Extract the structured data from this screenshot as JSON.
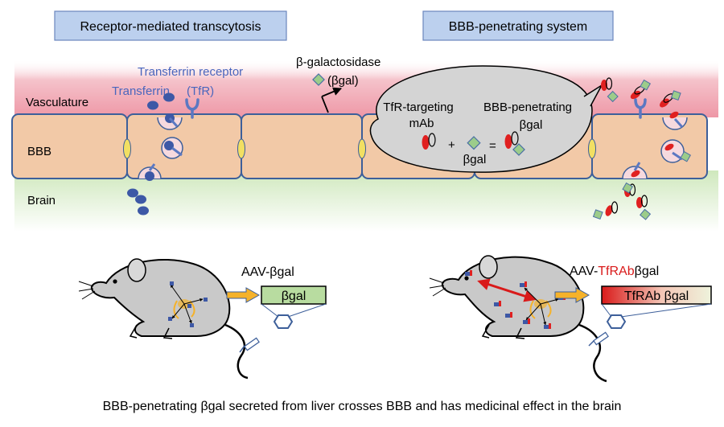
{
  "header": {
    "left_box": "Receptor-mediated transcytosis",
    "right_box": "BBB-penetrating system"
  },
  "layers": {
    "vasculature": "Vasculature",
    "bbb": "BBB",
    "brain": "Brain"
  },
  "labels": {
    "transferrin_receptor": "Transferrin receptor",
    "tfr_abbr": "(TfR)",
    "transferrin": "Transferrin",
    "beta_gal": "β-galactosidase",
    "beta_gal_abbr": "(βgal)"
  },
  "bubble": {
    "tfr_targeting_line1": "TfR-targeting",
    "tfr_targeting_line2": "mAb",
    "bbb_pen_line1": "BBB-penetrating",
    "bbb_pen_line2": "βgal",
    "plus": "+",
    "equals": "=",
    "bgal": "βgal"
  },
  "mouse_left": {
    "construct_label": "AAV-βgal",
    "gene_box": "βgal"
  },
  "mouse_right": {
    "construct_prefix": "AAV-",
    "construct_highlight": "TfRAb",
    "construct_suffix": "βgal",
    "gene_box": "TfRAb βgal"
  },
  "caption": "BBB-penetrating βgal secreted from liver crosses BBB and has medicinal effect in the brain",
  "colors": {
    "vasculature": "#f1a8b4",
    "brain": "#d6ecc6",
    "cell": "#f2c9a7",
    "cell_stroke": "#3d5f9a",
    "junction": "#f2df62",
    "transferrin": "#3d58a6",
    "receptor": "#5b78c2",
    "bgal_diamond": "#9ccc8a",
    "antibody_red": "#e02020",
    "header_box": "#bcd0ee",
    "bubble": "#d4d4d4",
    "arrow_yellow": "#f5b22a",
    "text_blue": "#4a66bd",
    "mouse": "#c9c9c9"
  }
}
